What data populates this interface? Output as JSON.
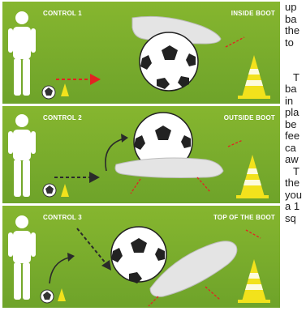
{
  "panels": [
    {
      "control_label": "CONTROL 1",
      "technique_label": "INSIDE BOOT"
    },
    {
      "control_label": "CONTROL 2",
      "technique_label": "OUTSIDE BOOT"
    },
    {
      "control_label": "CONTROL 3",
      "technique_label": "TOP OF THE BOOT"
    }
  ],
  "side_text_fragments": [
    "up",
    "ba",
    "the",
    "to",
    "",
    "T",
    "ba",
    "in",
    "pla",
    "be",
    "fee",
    "ca",
    "aw",
    "T",
    "the",
    "you",
    "a 1",
    "sq"
  ],
  "colors": {
    "panel_green": "#7aad2c",
    "arrow_red": "#e32222",
    "cone_yellow": "#f2e21c",
    "figure_white": "#ffffff"
  }
}
